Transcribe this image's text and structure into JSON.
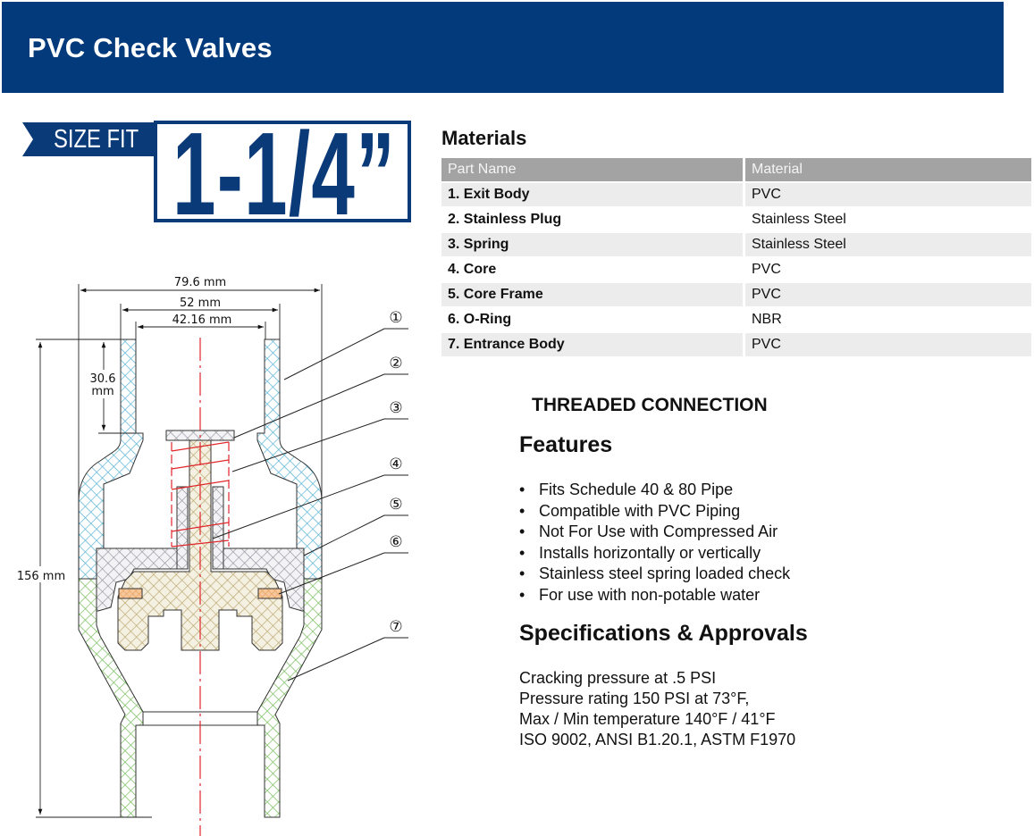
{
  "header": {
    "title": "PVC Check Valves"
  },
  "size_badge": {
    "label": "SIZE FIT",
    "value": "1-1/4”"
  },
  "materials": {
    "title": "Materials",
    "columns": [
      "Part Name",
      "Material"
    ],
    "rows": [
      {
        "part": "1. Exit Body",
        "material": "PVC"
      },
      {
        "part": "2. Stainless Plug",
        "material": "Stainless Steel"
      },
      {
        "part": "3. Spring",
        "material": "Stainless Steel"
      },
      {
        "part": "4. Core",
        "material": "PVC"
      },
      {
        "part": "5. Core Frame",
        "material": "PVC"
      },
      {
        "part": "6. O-Ring",
        "material": "NBR"
      },
      {
        "part": "7. Entrance Body",
        "material": "PVC"
      }
    ]
  },
  "connection": "THREADED CONNECTION",
  "features": {
    "title": "Features",
    "items": [
      "Fits Schedule 40 & 80 Pipe",
      "Compatible with PVC Piping",
      "Not For Use with Compressed Air",
      "Installs horizontally or vertically",
      "Stainless steel spring loaded check",
      "For use with non-potable water"
    ]
  },
  "specs": {
    "title": "Specifications & Approvals",
    "lines": [
      "Cracking pressure at .5 PSI",
      "Pressure rating 150 PSI at 73°F,",
      "Max / Min temperature 140°F / 41°F",
      "ISO 9002, ANSI B1.20.1, ASTM F1970"
    ]
  },
  "diagram": {
    "dimensions": {
      "outer_width": "79.6 mm",
      "thread_outer": "52 mm",
      "thread_inner": "42.16 mm",
      "socket_depth_1": "30.6",
      "socket_depth_2": "mm",
      "height": "156 mm"
    },
    "callouts": [
      "①",
      "②",
      "③",
      "④",
      "⑤",
      "⑥",
      "⑦"
    ]
  },
  "colors": {
    "brand_navy": "#033a7b",
    "table_header": "#a3a3a3",
    "row_stripe": "#ececec",
    "exit_body": "#5fb6d6",
    "entrance_body": "#7cbf62",
    "core": "#b9a56b",
    "frame": "#8f8f99",
    "oring": "#e59a55",
    "centerline": "#e0262a"
  }
}
